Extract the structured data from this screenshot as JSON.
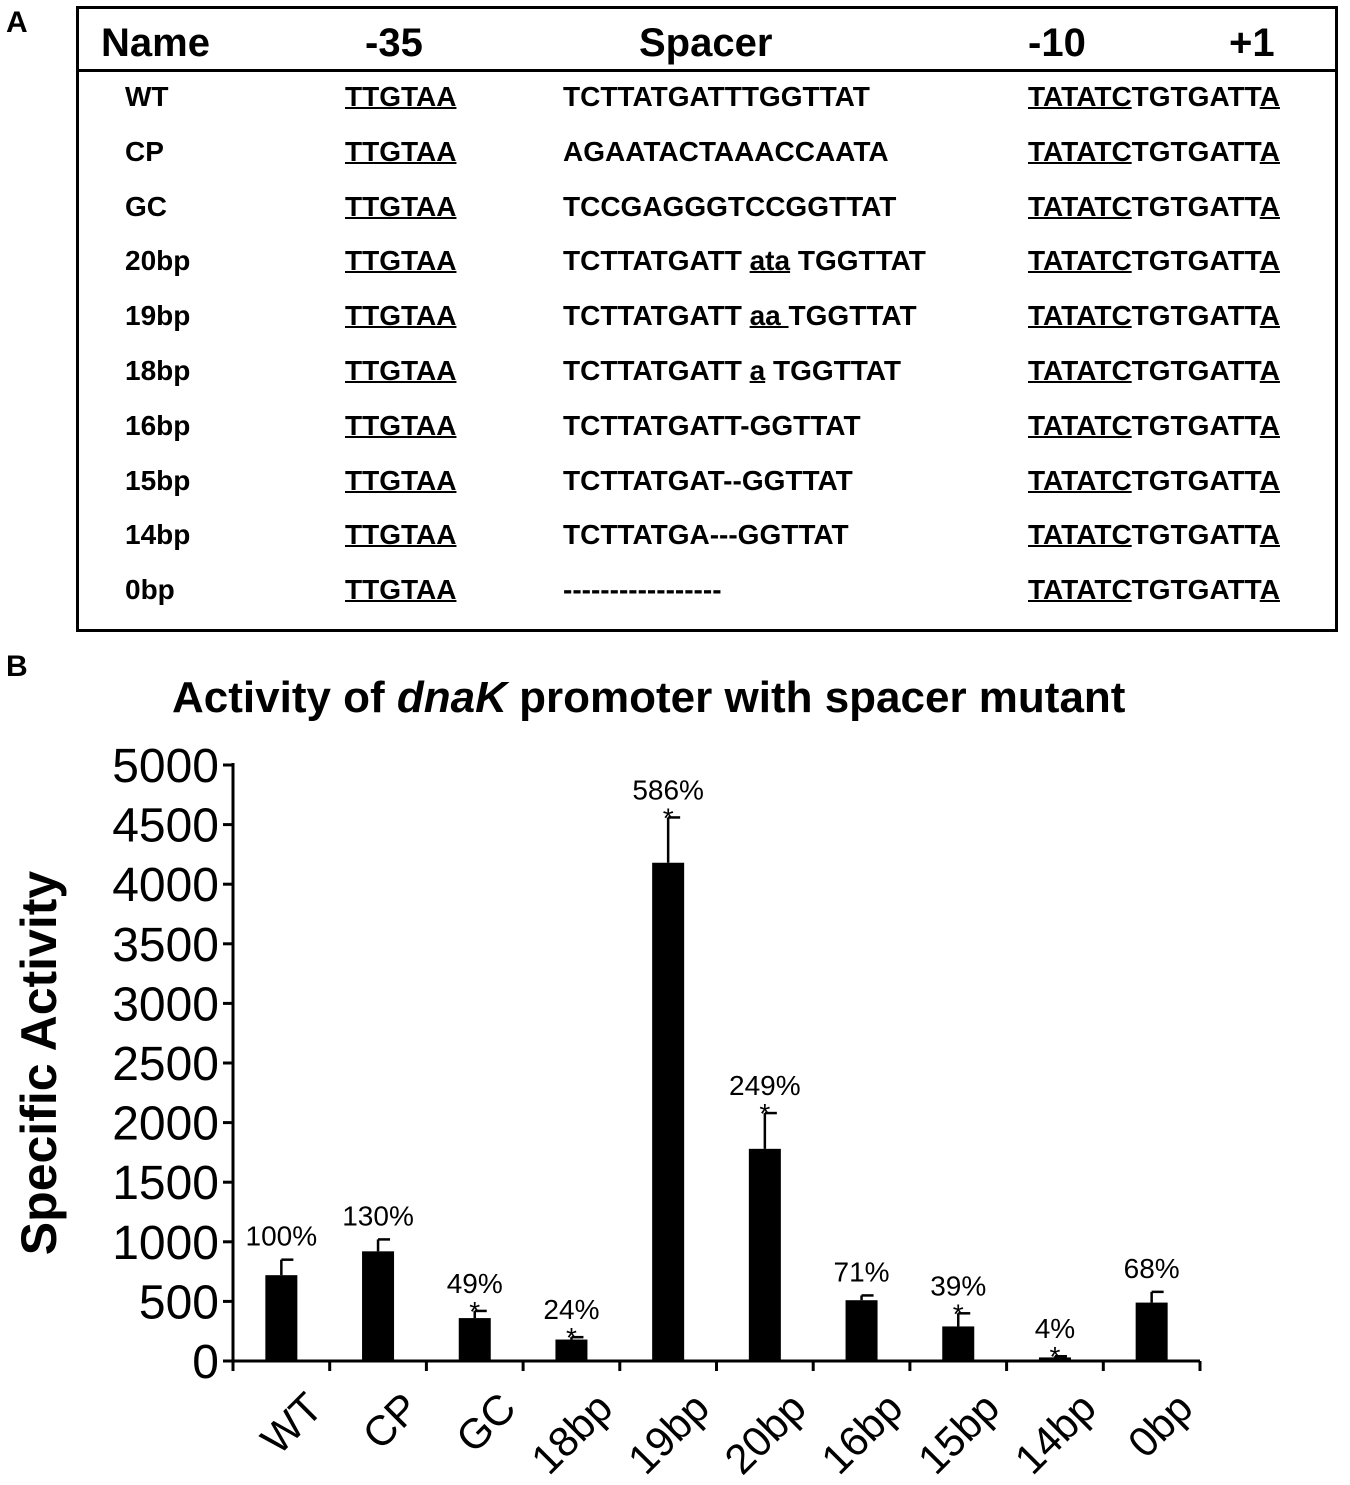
{
  "panel_a": {
    "label": "A",
    "headers": {
      "name": "Name",
      "m35": "-35",
      "spacer": "Spacer",
      "m10": "-10",
      "p1": "+1"
    },
    "rows": [
      {
        "name": "WT",
        "m35": "TTGTAA",
        "spacer_pre": "TCTTATGATTTGGTTAT",
        "spacer_ins": "",
        "spacer_post": "",
        "m10_box": "TATATC",
        "m10_mid": "TGTGATT",
        "m10_start": "A"
      },
      {
        "name": "CP",
        "m35": "TTGTAA",
        "spacer_pre": "AGAATACTAAACCAATA",
        "spacer_ins": "",
        "spacer_post": "",
        "m10_box": "TATATC",
        "m10_mid": "TGTGATT",
        "m10_start": "A"
      },
      {
        "name": "GC",
        "m35": "TTGTAA",
        "spacer_pre": "TCCGAGGGTCCGGTTAT",
        "spacer_ins": "",
        "spacer_post": "",
        "m10_box": "TATATC",
        "m10_mid": "TGTGATT",
        "m10_start": "A"
      },
      {
        "name": "20bp",
        "m35": "TTGTAA",
        "spacer_pre": "TCTTATGATT ",
        "spacer_ins": "ata",
        "spacer_post": " TGGTTAT",
        "m10_box": "TATATC",
        "m10_mid": "TGTGATT",
        "m10_start": "A"
      },
      {
        "name": "19bp",
        "m35": "TTGTAA",
        "spacer_pre": "TCTTATGATT ",
        "spacer_ins": "aa ",
        "spacer_post": "TGGTTAT",
        "m10_box": "TATATC",
        "m10_mid": "TGTGATT",
        "m10_start": "A"
      },
      {
        "name": "18bp",
        "m35": "TTGTAA",
        "spacer_pre": "TCTTATGATT ",
        "spacer_ins": "a",
        "spacer_post": " TGGTTAT",
        "m10_box": "TATATC",
        "m10_mid": "TGTGATT",
        "m10_start": "A"
      },
      {
        "name": "16bp",
        "m35": "TTGTAA",
        "spacer_pre": "TCTTATGATT-GGTTAT",
        "spacer_ins": "",
        "spacer_post": "",
        "m10_box": "TATATC",
        "m10_mid": "TGTGATT",
        "m10_start": "A"
      },
      {
        "name": "15bp",
        "m35": "TTGTAA",
        "spacer_pre": "TCTTATGAT--GGTTAT",
        "spacer_ins": "",
        "spacer_post": "",
        "m10_box": "TATATC",
        "m10_mid": "TGTGATT",
        "m10_start": "A"
      },
      {
        "name": "14bp",
        "m35": "TTGTAA",
        "spacer_pre": "TCTTATGA---GGTTAT",
        "spacer_ins": "",
        "spacer_post": "",
        "m10_box": "TATATC",
        "m10_mid": "TGTGATT",
        "m10_start": "A"
      },
      {
        "name": "0bp",
        "m35": "TTGTAA",
        "spacer_pre": "-----------------",
        "spacer_ins": "",
        "spacer_post": "",
        "m10_box": "TATATC",
        "m10_mid": "TGTGATT",
        "m10_start": "A"
      }
    ]
  },
  "panel_b": {
    "label": "B",
    "title_pre": "Activity of ",
    "title_italic": "dnaK",
    "title_post": " promoter with spacer mutant"
  },
  "chart_data": {
    "type": "bar",
    "title": "Activity of dnaK promoter with spacer mutant",
    "xlabel": "",
    "ylabel": "Specific Activity",
    "ylim": [
      0,
      5000
    ],
    "yticks": [
      0,
      500,
      1000,
      1500,
      2000,
      2500,
      3000,
      3500,
      4000,
      4500,
      5000
    ],
    "grid": false,
    "categories": [
      "WT",
      "CP",
      "GC",
      "18bp",
      "19bp",
      "20bp",
      "16bp",
      "15bp",
      "14bp",
      "0bp"
    ],
    "values": [
      720,
      920,
      360,
      180,
      4180,
      1780,
      510,
      290,
      30,
      490
    ],
    "errors": [
      130,
      100,
      60,
      20,
      380,
      300,
      40,
      110,
      10,
      90
    ],
    "percent_labels": [
      "100%",
      "130%",
      "49%",
      "24%",
      "586%",
      "249%",
      "71%",
      "39%",
      "4%",
      "68%"
    ],
    "significant": [
      false,
      false,
      true,
      true,
      true,
      true,
      false,
      true,
      true,
      false
    ],
    "significance_marker": "*",
    "bar_color": "#000000"
  }
}
